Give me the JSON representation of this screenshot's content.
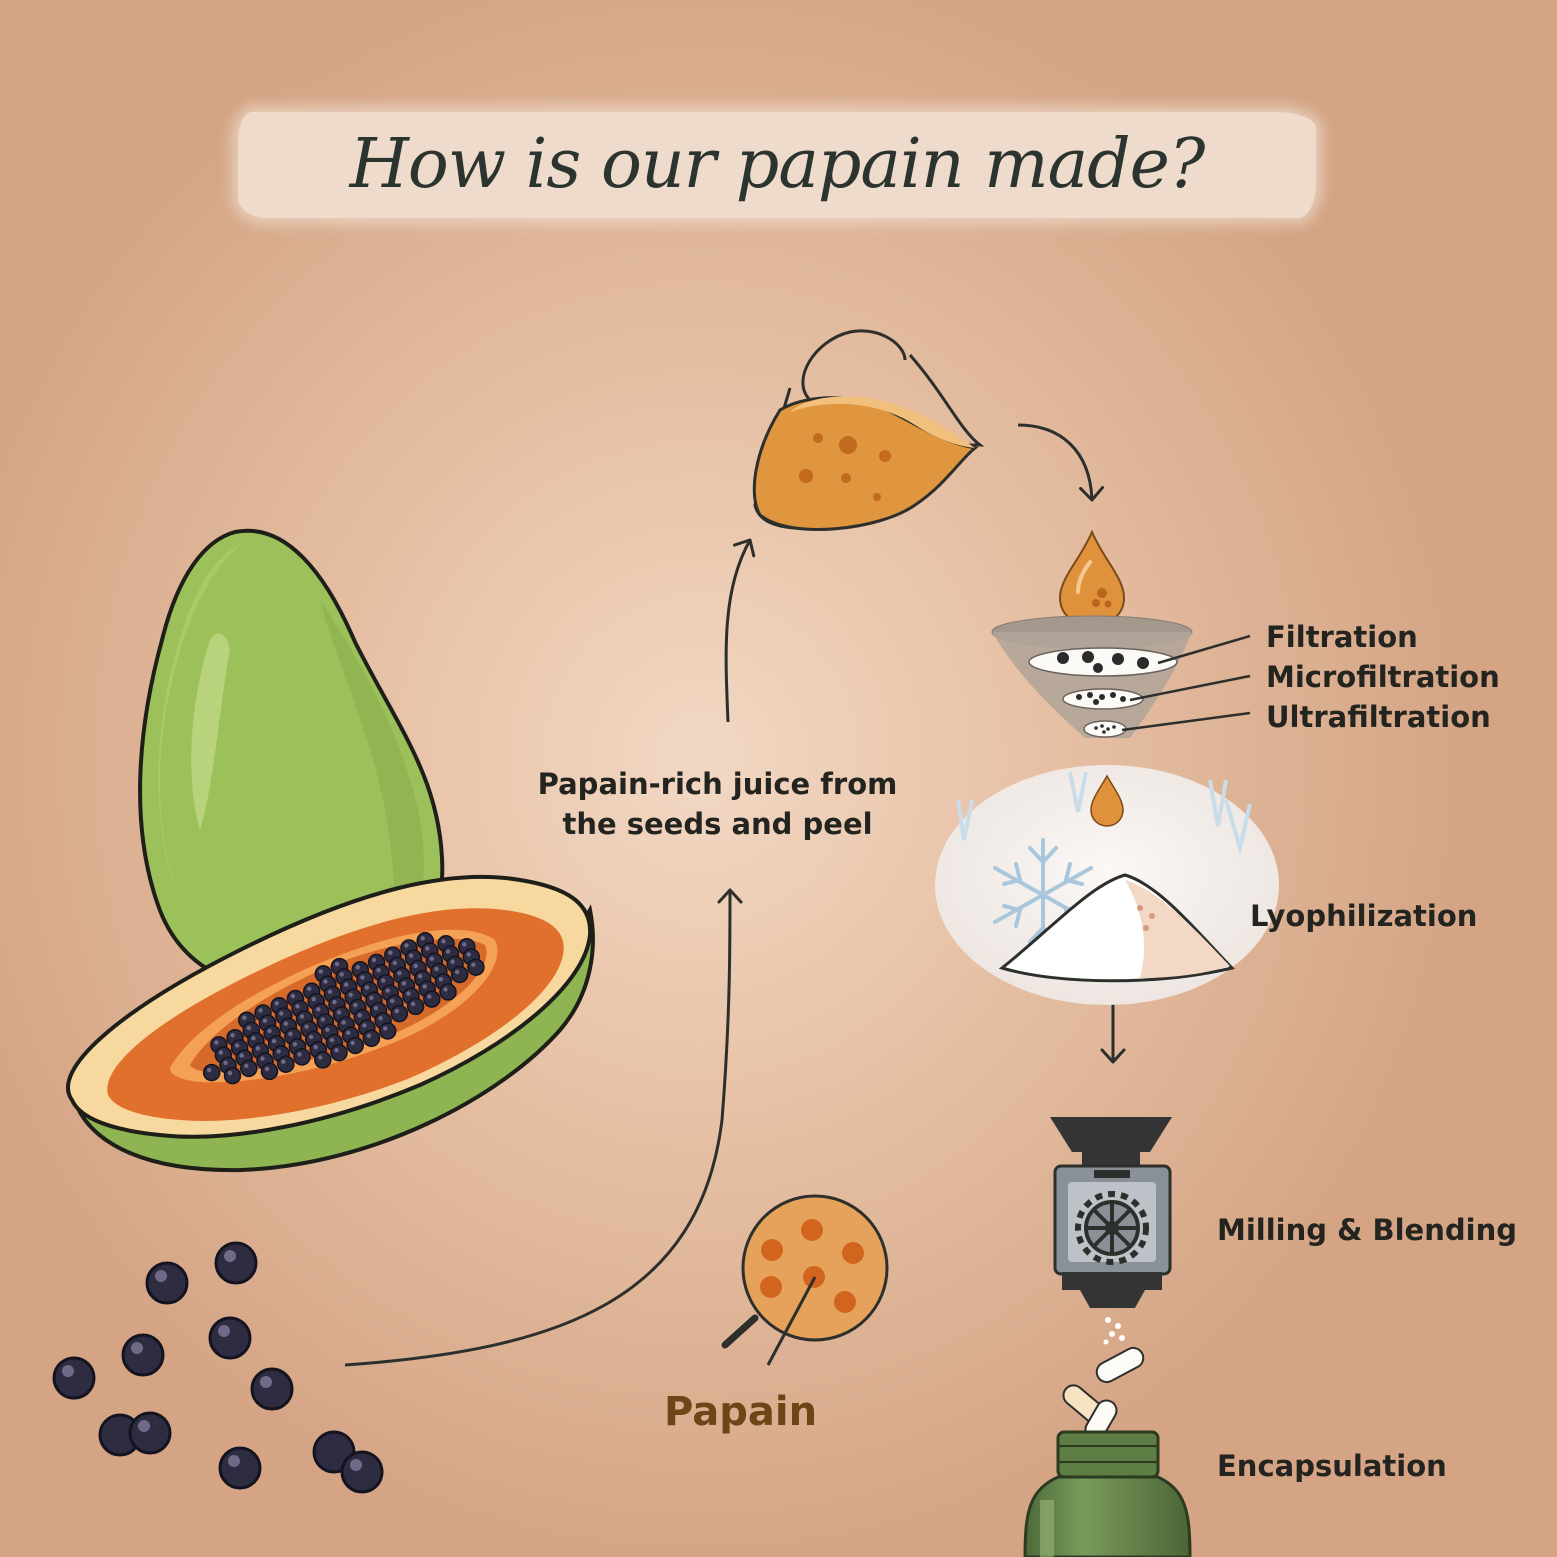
{
  "title": "How is our papain made?",
  "juice_label_line1": "Papain-rich juice from",
  "juice_label_line2": "the seeds and peel",
  "papain_label": "Papain",
  "steps": {
    "filtration": "Filtration",
    "microfiltration": "Microfiltration",
    "ultrafiltration": "Ultrafiltration",
    "lyophilization": "Lyophilization",
    "milling": "Milling & Blending",
    "encapsulation": "Encapsulation"
  },
  "colors": {
    "papaya_green": "#9cc05a",
    "papaya_flesh": "#e0702c",
    "seed": "#2e2c40",
    "juice": "#e09a52",
    "text_dark": "#23241f",
    "papain_brown": "#6e4517"
  }
}
